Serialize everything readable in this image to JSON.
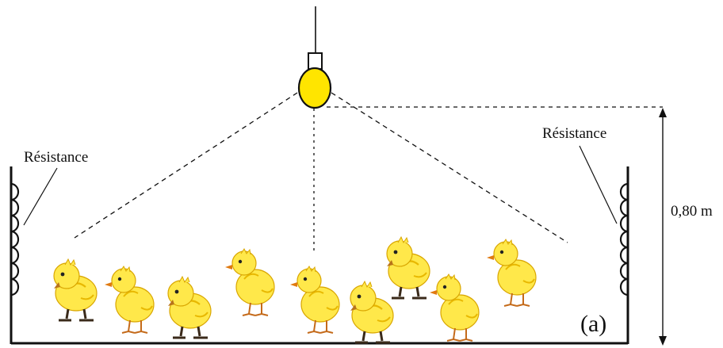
{
  "labels": {
    "resistance_left": "Résistance",
    "resistance_right": "Résistance",
    "height": "0,80 m",
    "panel": "(a)"
  },
  "colors": {
    "line": "#111111",
    "bulb_fill": "#ffe500",
    "chick_body": "#ffe84a",
    "chick_shade": "#e8b800",
    "chick_beak": "#e07a10",
    "chick_feet": "#c46a1a",
    "chick_dark_feet": "#3a2a1a"
  },
  "chicks": [
    {
      "variant": "seated"
    },
    {
      "variant": "standing"
    },
    {
      "variant": "seated"
    },
    {
      "variant": "standing"
    },
    {
      "variant": "standing"
    },
    {
      "variant": "seated"
    },
    {
      "variant": "seated"
    },
    {
      "variant": "standing"
    },
    {
      "variant": "standing"
    }
  ]
}
